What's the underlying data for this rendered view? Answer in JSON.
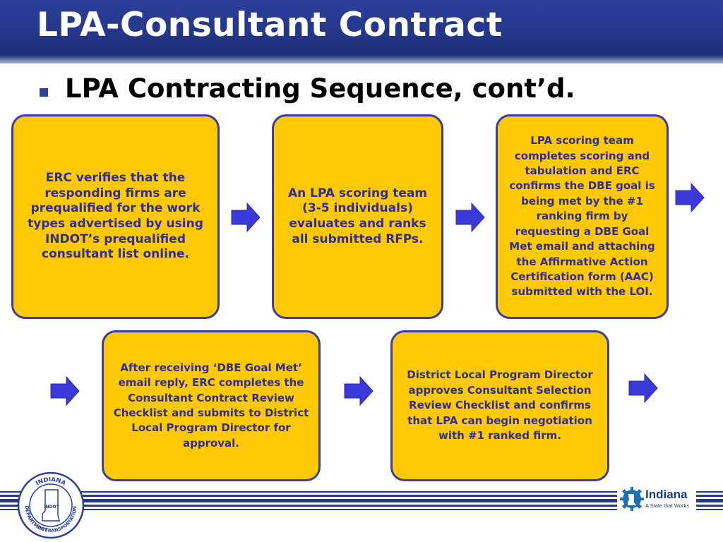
{
  "slide": {
    "title": "LPA-Consultant Contract",
    "subtitle": "LPA Contracting Sequence, cont’d."
  },
  "steps": [
    "ERC verifies that the responding firms are prequalified for the work types advertised by using INDOT’s prequalified consultant list online.",
    "An LPA scoring team (3-5 individuals) evaluates and ranks all submitted RFPs.",
    "LPA scoring team completes scoring and tabulation and ERC confirms the DBE goal is being met by the #1 ranking firm by requesting a DBE Goal Met email and attaching the Affirmative Action Certification form (AAC) submitted with the LOI.",
    "After receiving ‘DBE Goal Met’ email reply, ERC completes the Consultant Contract Review Checklist and submits to District Local Program Director for approval.",
    "District Local Program Director approves Consultant Selection Review Checklist and confirms that LPA can begin negotiation with #1 ranked firm."
  ],
  "footer": {
    "seal_text_top": "INDIANA",
    "seal_text_left": "DEPARTMENT",
    "seal_text_bottom": "OF TRANSPORTATION",
    "seal_center": "INDOT",
    "logo_word": "Indiana",
    "logo_tagline": "A State that Works"
  },
  "colors": {
    "title_bar": "#233585",
    "box_fill": "#fec902",
    "box_border": "#3a3f9e",
    "box_text": "#2e2f95",
    "arrow_fill": "#3a3adb"
  },
  "icons": {
    "bullet": "blue-square-bullet",
    "arrow": "block-right-arrow",
    "seal": "indot-seal",
    "logo": "indiana-state-logo"
  }
}
